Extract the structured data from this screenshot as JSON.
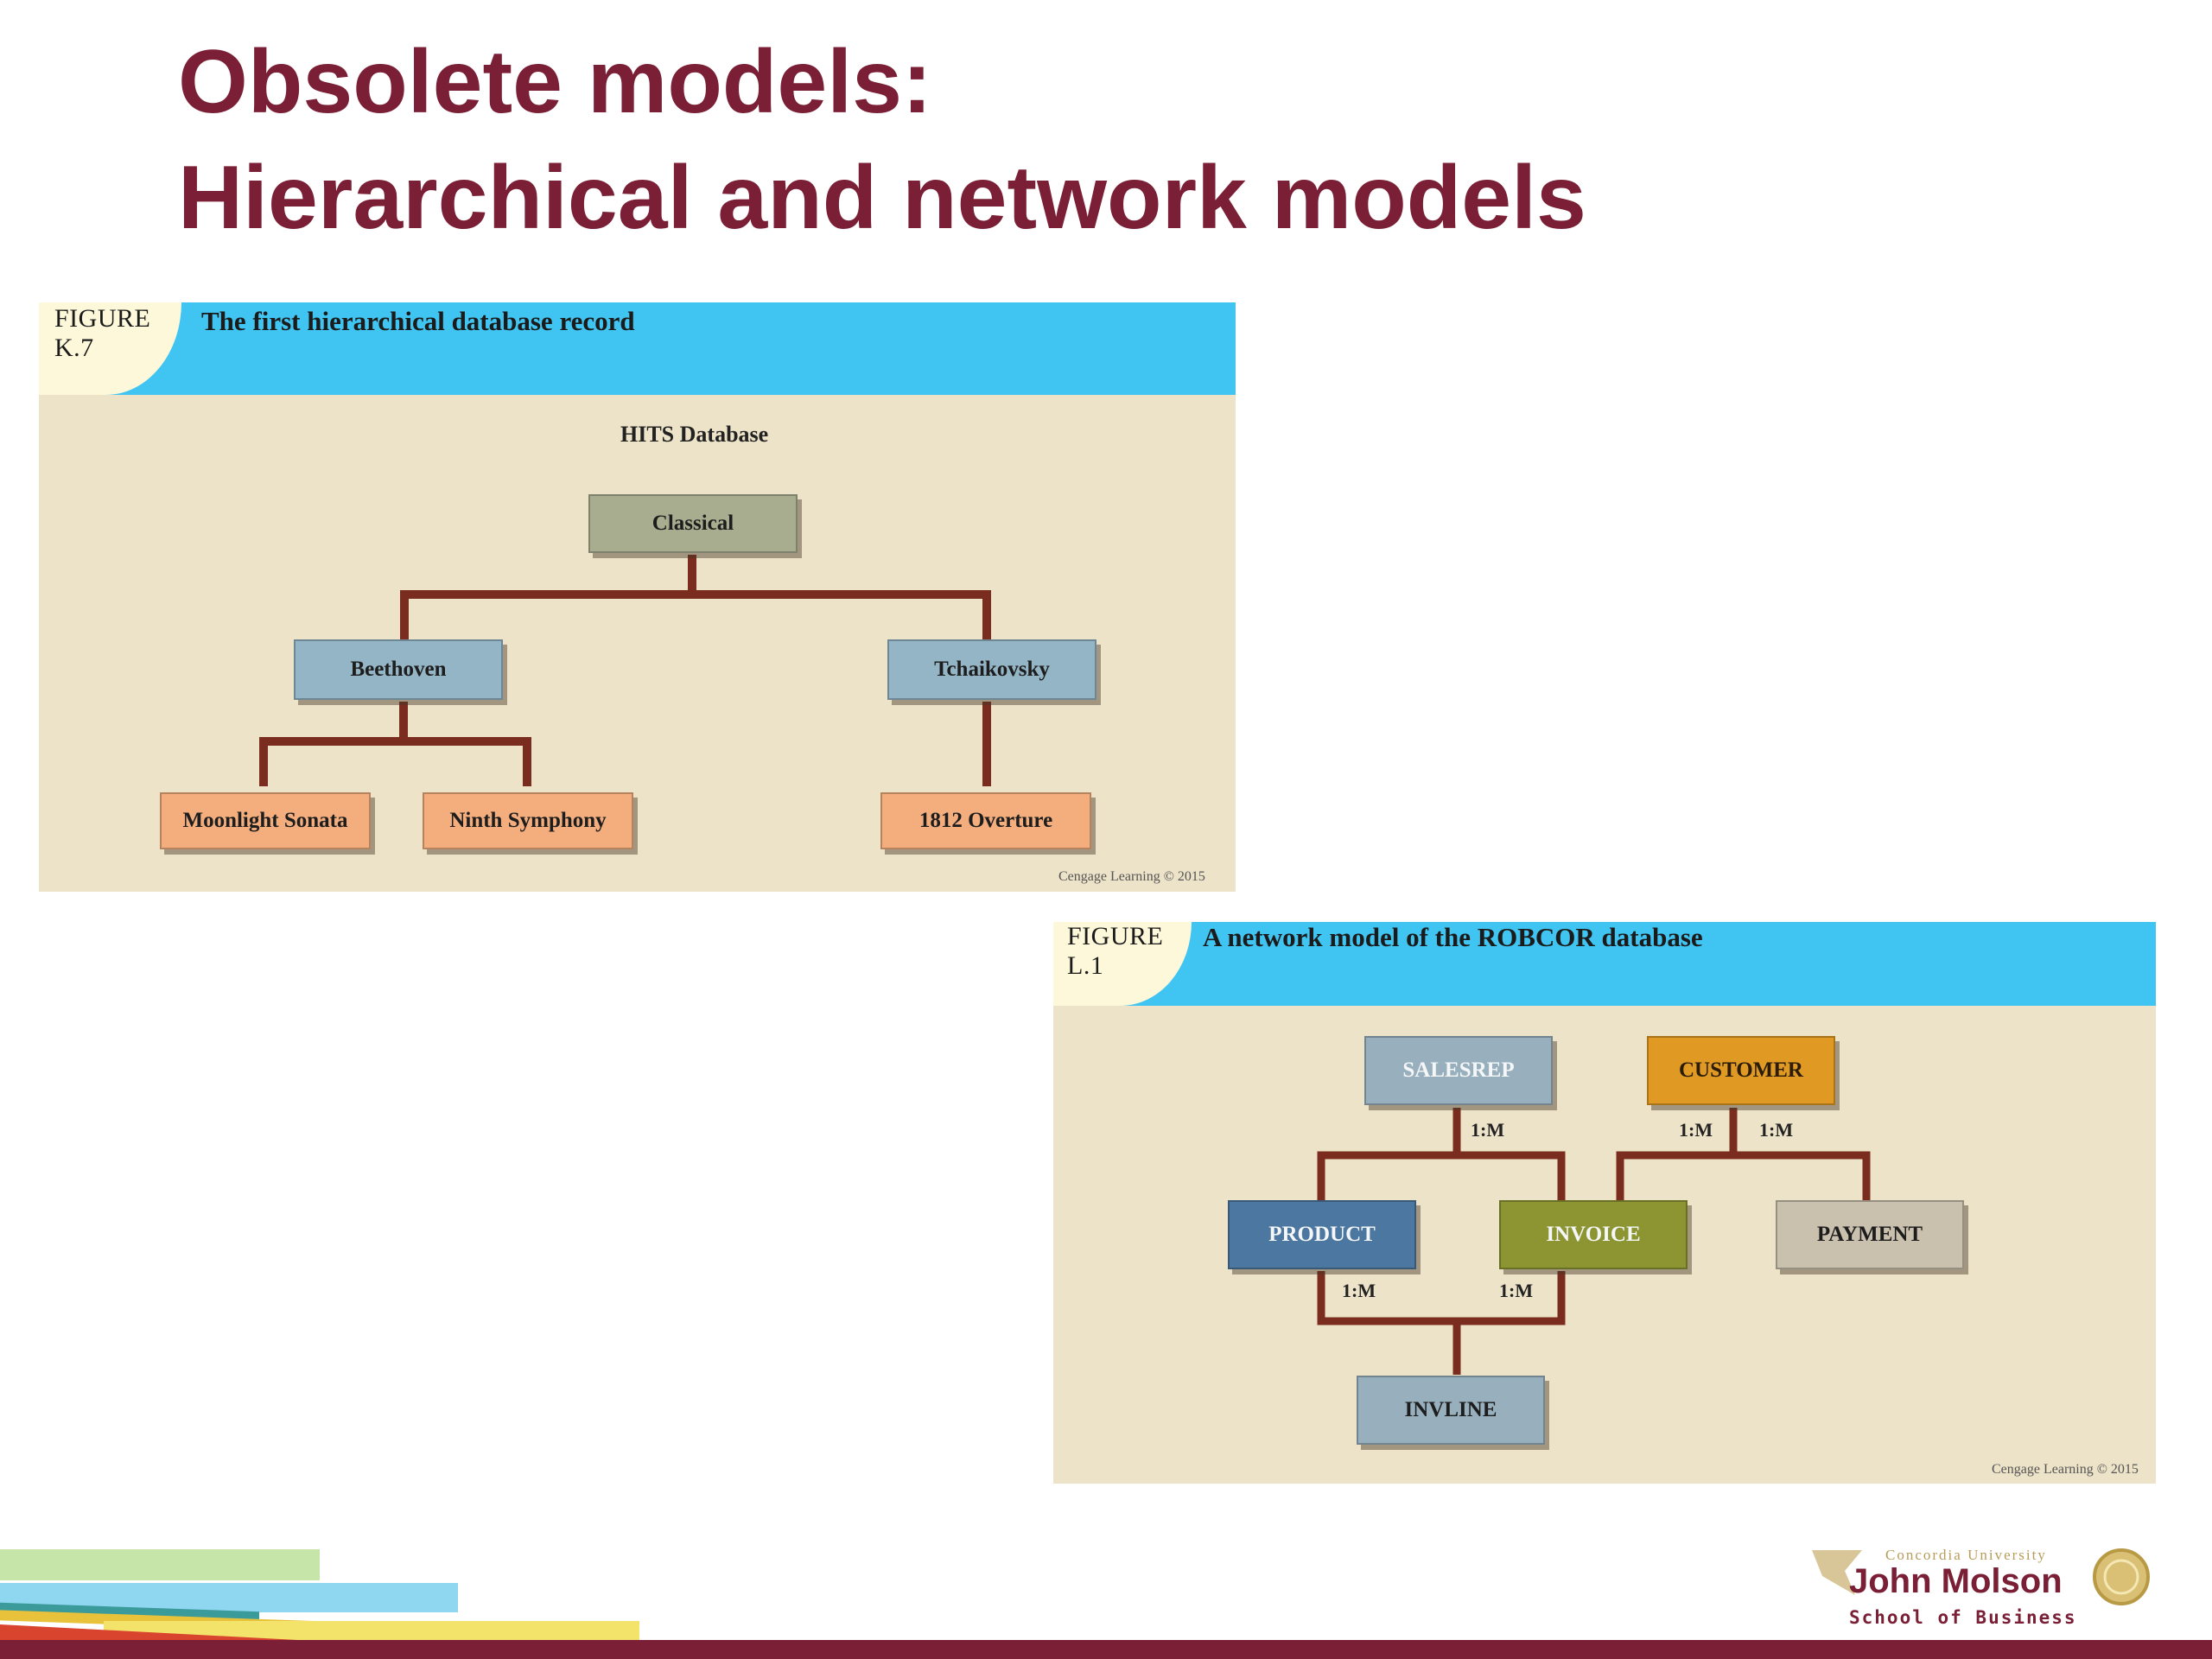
{
  "slide": {
    "title_line1": "Obsolete models:",
    "title_line2": "Hierarchical and network models"
  },
  "figure_k7": {
    "label_line1": "FIGURE",
    "label_line2": "K.7",
    "caption": "The first hierarchical database record",
    "diagram_title": "HITS Database",
    "credit": "Cengage Learning © 2015",
    "nodes": {
      "classical": "Classical",
      "beethoven": "Beethoven",
      "tchaikovsky": "Tchaikovsky",
      "moonlight": "Moonlight Sonata",
      "ninth": "Ninth Symphony",
      "overture": "1812 Overture"
    },
    "colors": {
      "root": "#a8ad8f",
      "mid": "#93b5c6",
      "leaf": "#f4ae7e",
      "line": "#7a2d1e"
    }
  },
  "figure_l1": {
    "label_line1": "FIGURE",
    "label_line2": "L.1",
    "caption": "A network model of the ROBCOR database",
    "credit": "Cengage Learning © 2015",
    "nodes": {
      "salesrep": "SALESREP",
      "customer": "CUSTOMER",
      "product": "PRODUCT",
      "invoice": "INVOICE",
      "payment": "PAYMENT",
      "invline": "INVLINE"
    },
    "cardinality": {
      "salesrep": "1:M",
      "customer_left": "1:M",
      "customer_right": "1:M",
      "product": "1:M",
      "invoice": "1:M"
    },
    "colors": {
      "salesrep": "#98b0bd",
      "customer": "#e09a24",
      "product": "#4b77a0",
      "invoice": "#8d9532",
      "payment": "#c9c0ae",
      "invline": "#98b0bd",
      "line": "#7a2d1e"
    }
  },
  "branding": {
    "university": "Concordia University",
    "name": "John Molson",
    "school": "School of Business"
  }
}
